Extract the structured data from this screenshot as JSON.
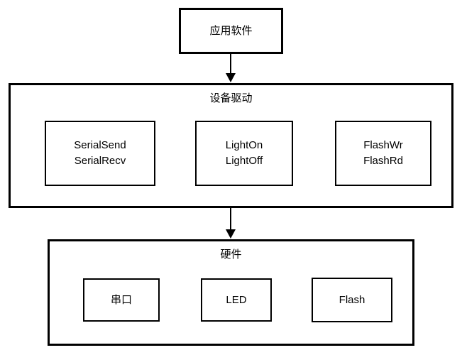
{
  "diagram": {
    "colors": {
      "stroke": "#000000",
      "background": "#ffffff",
      "text": "#000000"
    },
    "app_box": {
      "label": "应用软件"
    },
    "driver_layer": {
      "label": "设备驱动",
      "boxes": [
        {
          "lines": [
            "SerialSend",
            "SerialRecv"
          ]
        },
        {
          "lines": [
            "LightOn",
            "LightOff"
          ]
        },
        {
          "lines": [
            "FlashWr",
            "FlashRd"
          ]
        }
      ]
    },
    "hardware_layer": {
      "label": "硬件",
      "boxes": [
        {
          "label": "串口"
        },
        {
          "label": "LED"
        },
        {
          "label": "Flash"
        }
      ]
    }
  }
}
